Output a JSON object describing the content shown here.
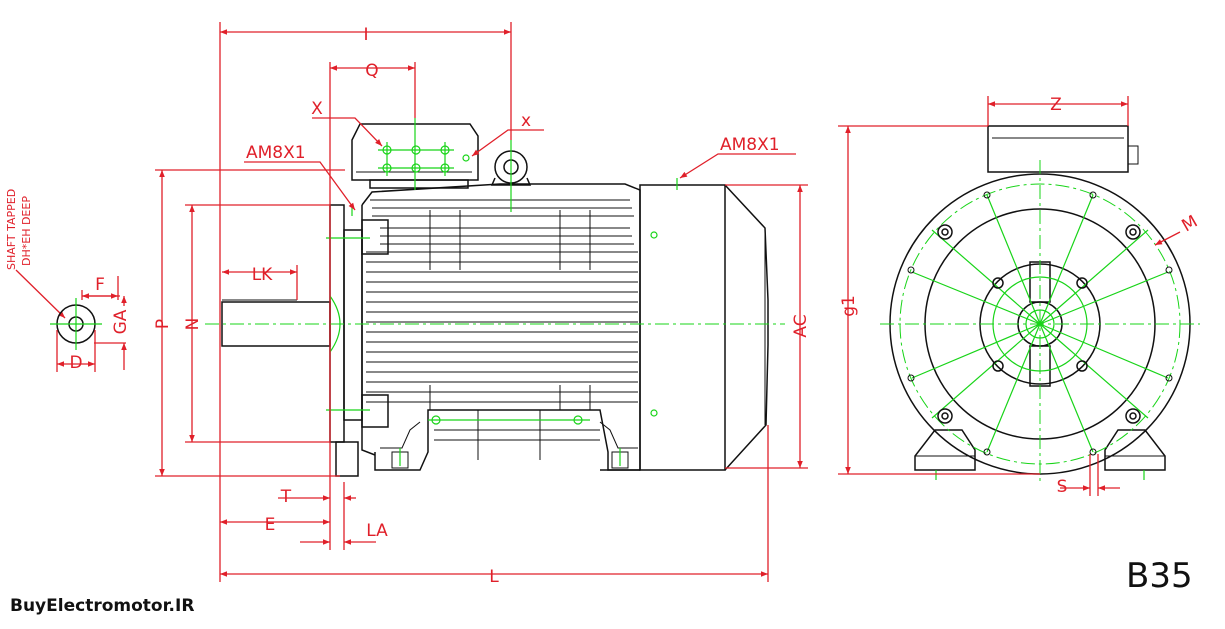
{
  "labels": {
    "I": "I",
    "Q": "Q",
    "X_upper": "X",
    "x_lower": "x",
    "am8x1_left": "AM8X1",
    "am8x1_right": "AM8X1",
    "lk": "LK",
    "p": "P",
    "n": "N",
    "ac": "AC",
    "t": "T",
    "e": "E",
    "la": "LA",
    "l": "L",
    "f": "F",
    "d": "D",
    "ga": "GA",
    "shaft_tapped": "SHAFT TAPPED",
    "dh_deep": "DH*EH DEEP",
    "z": "Z",
    "g1": "g1",
    "m": "M",
    "s": "S"
  },
  "model_code": "B35",
  "brand": "BuyElectromotor.IR",
  "colors": {
    "dimension": "#e0202a",
    "outline": "#111111",
    "centerline": "#18d418"
  }
}
